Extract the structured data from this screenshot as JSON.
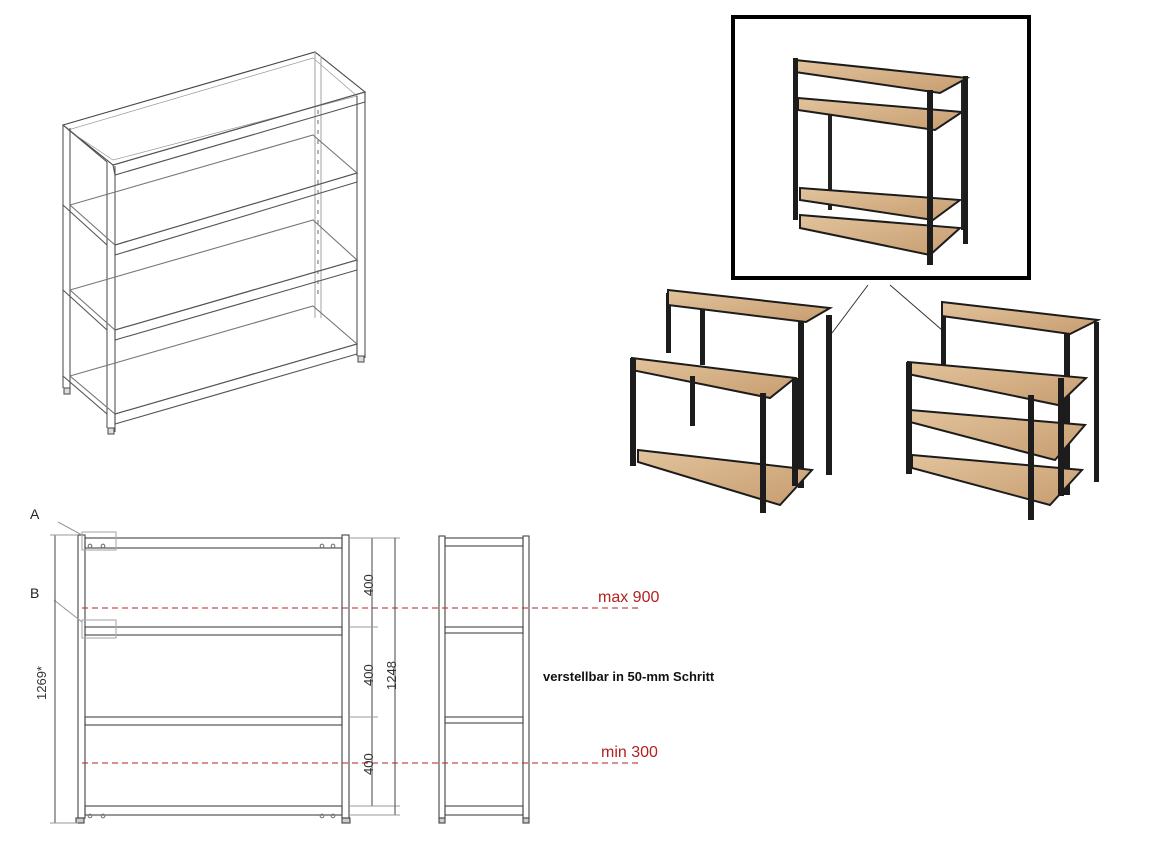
{
  "labels": {
    "detail_a": "A",
    "detail_b": "B",
    "dim_400_top": "400",
    "dim_400_mid": "400",
    "dim_400_bot": "400",
    "dim_1248": "1248",
    "dim_1269": "1269*",
    "max_height": "max 900",
    "min_height": "min 300",
    "adjustable_note": "verstellbar in 50-mm Schritt"
  },
  "colors": {
    "frame": "#1c1c1c",
    "wood": "#d8b48c",
    "wood_dark": "#b88e62",
    "line": "#333333",
    "guide_red": "#b52020",
    "selection_box": "#000000"
  }
}
